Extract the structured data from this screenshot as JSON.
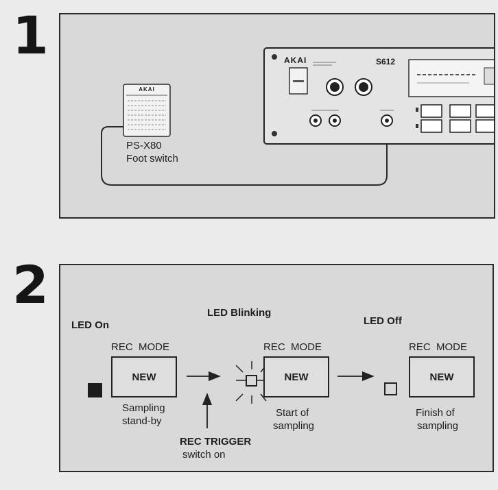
{
  "step1": {
    "number": "1",
    "footswitch": {
      "brand": "AKAI",
      "model": "PS-X80",
      "desc": "Foot switch"
    },
    "unit": {
      "brand": "AKAI",
      "model": "S612"
    }
  },
  "step2": {
    "number": "2",
    "states": [
      {
        "led_label": "LED On",
        "mode_label": "REC  MODE",
        "button": "NEW",
        "caption1": "Sampling",
        "caption2": "stand-by"
      },
      {
        "led_label": "LED Blinking",
        "mode_label": "REC  MODE",
        "button": "NEW",
        "caption1": "Start of",
        "caption2": "sampling"
      },
      {
        "led_label": "LED Off",
        "mode_label": "REC  MODE",
        "button": "NEW",
        "caption1": "Finish of",
        "caption2": "sampling"
      }
    ],
    "trigger": {
      "title": "REC TRIGGER",
      "sub": "switch on"
    }
  }
}
